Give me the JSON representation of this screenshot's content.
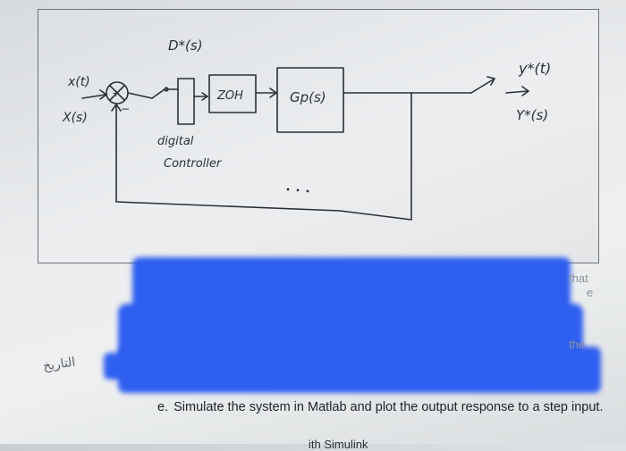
{
  "diagram": {
    "input_time": "x(t)",
    "input_s": "X(s)",
    "plus_sign": "+",
    "minus_sign": "−",
    "controller_tf": "D*(s)",
    "zoh": "ZOH",
    "plant": "Gp(s)",
    "controller_caption_1": "digital",
    "controller_caption_2": "Controller",
    "output_time": "y*(t)",
    "output_s": "Y*(s)"
  },
  "margin_notes": {
    "right_1": "that",
    "right_2": "e",
    "right_3": "the",
    "left_arabic": "التاريخ"
  },
  "question": {
    "label": "e.",
    "text": "Simulate the system in Matlab and plot the output response to a step input.",
    "cut_line": "ith Simulink"
  },
  "colors": {
    "ink": "#2b2f3a",
    "redaction": "#2f5ff0"
  }
}
